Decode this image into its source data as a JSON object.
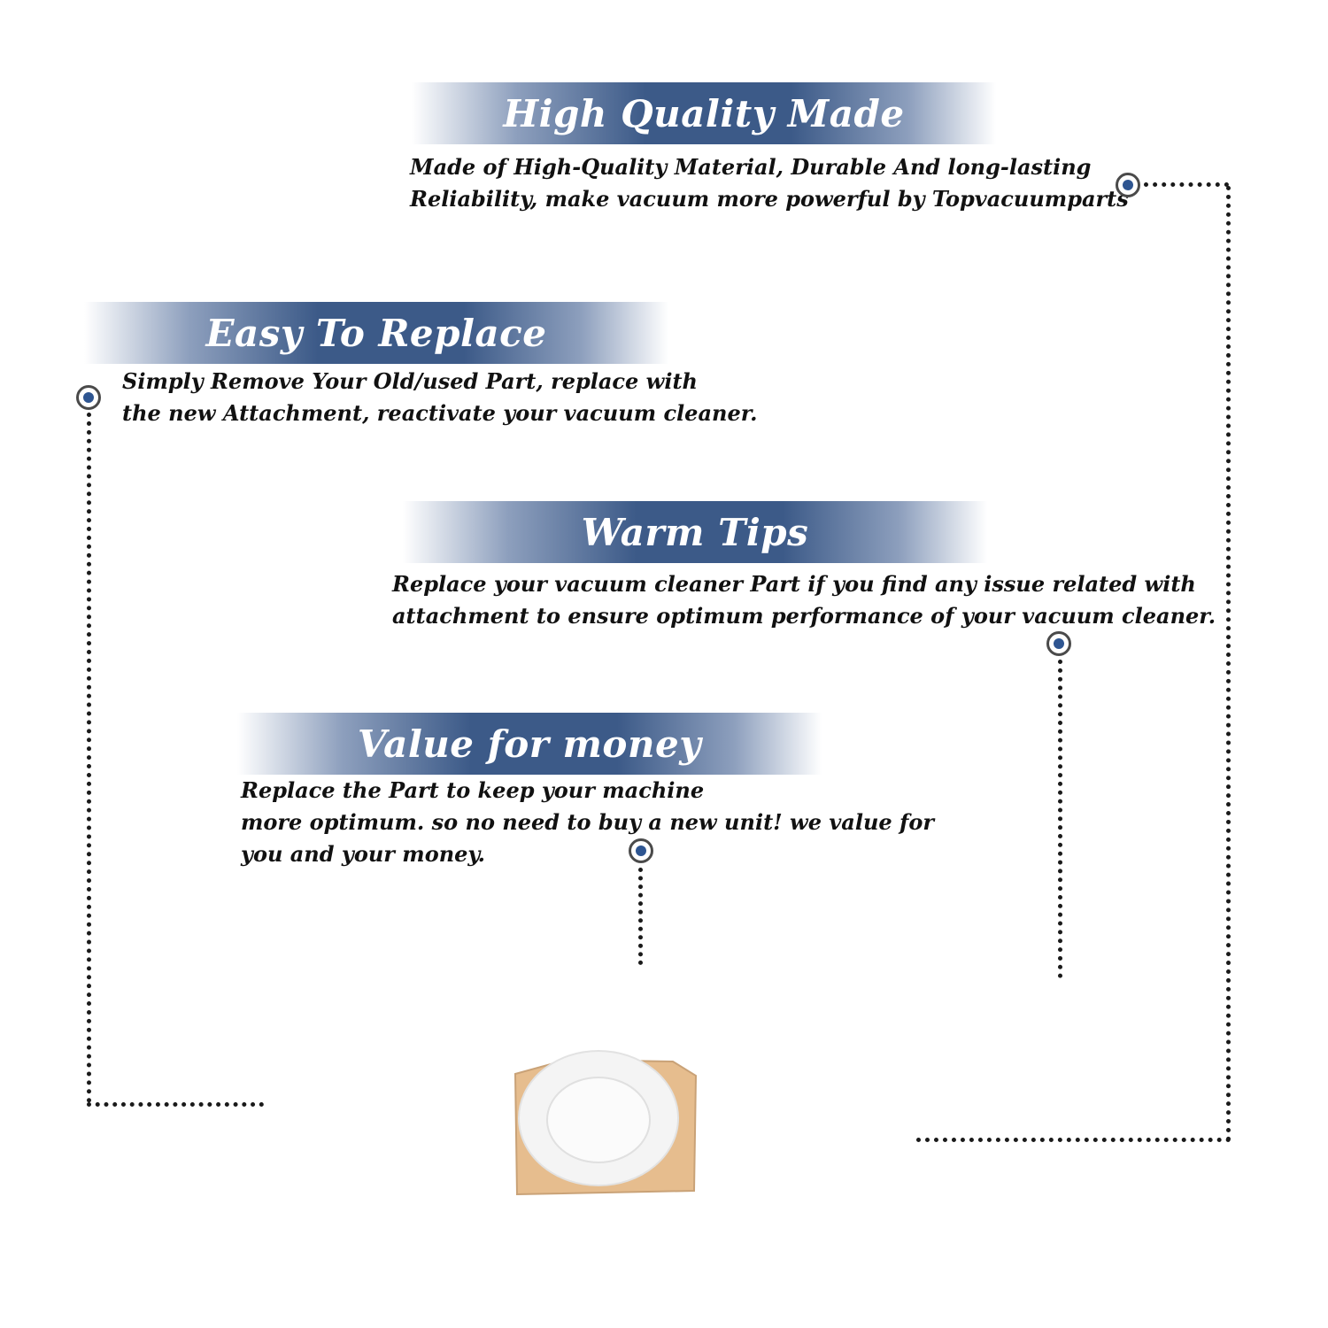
{
  "sections": [
    {
      "title": "High Quality Made",
      "lines": [
        "Made of  High-Quality Material, Durable And long-lasting",
        "Reliability, make vacuum more powerful by Topvacuumparts"
      ]
    },
    {
      "title": "Easy To Replace",
      "lines": [
        "Simply Remove Your Old/used Part, replace with",
        "the new Attachment, reactivate your vacuum cleaner."
      ]
    },
    {
      "title": "Warm Tips",
      "lines": [
        "Replace your vacuum cleaner Part if you find any issue related with",
        " attachment to ensure optimum performance of your vacuum cleaner."
      ]
    },
    {
      "title": "Value for money",
      "lines": [
        "Replace the Part to keep your machine",
        "more optimum. so no need to buy a new unit! we value for",
        "you and your money."
      ]
    }
  ],
  "colors": {
    "banner": "#3c5a88",
    "marker": "#2e5591",
    "text": "#111111"
  },
  "product_image": "foam-filter-ring-on-tan-paper"
}
